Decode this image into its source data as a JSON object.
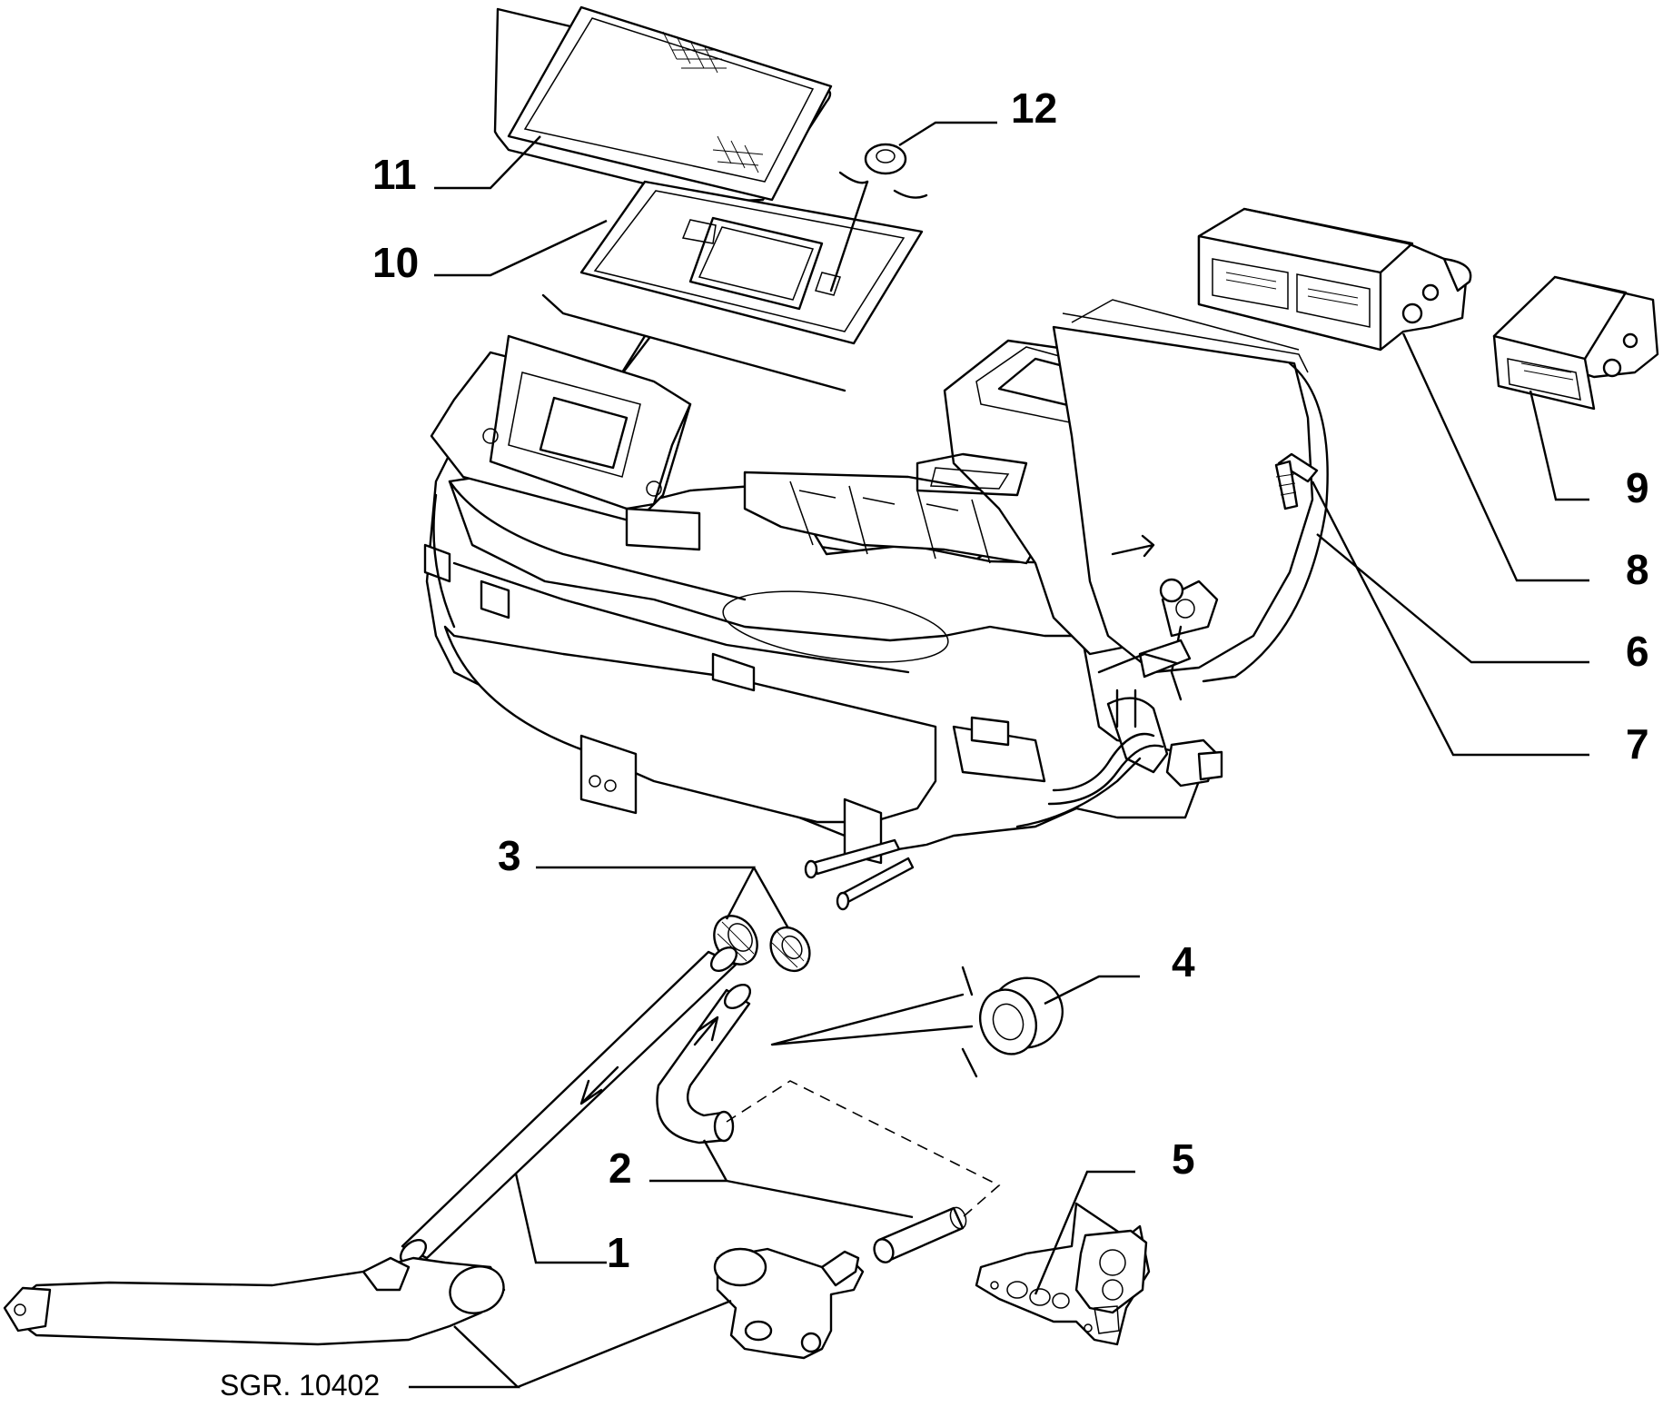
{
  "callouts": [
    "1",
    "2",
    "3",
    "4",
    "5",
    "6",
    "7",
    "8",
    "9",
    "10",
    "11",
    "12"
  ],
  "reference": "SGR. 10402"
}
